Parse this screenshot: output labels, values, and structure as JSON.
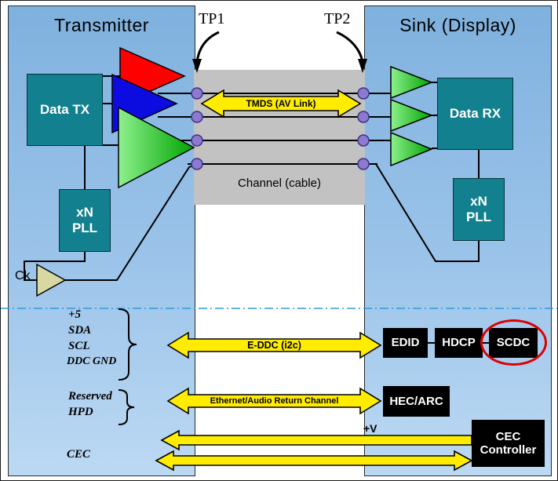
{
  "diagram": {
    "transmitter_title": "Transmitter",
    "sink_title": "Sink (Display)",
    "tp1": "TP1",
    "tp2": "TP2",
    "channel_label": "Channel (cable)",
    "ck_label": "Ck"
  },
  "boxes": {
    "data_tx": "Data TX",
    "pll_left_line1": "xN",
    "pll_left_line2": "PLL",
    "data_rx": "Data RX",
    "pll_right_line1": "xN",
    "pll_right_line2": "PLL",
    "edid": "EDID",
    "hdcp": "HDCP",
    "scdc": "SCDC",
    "hec_arc": "HEC/ARC",
    "cec_line1": "CEC",
    "cec_line2": "Controller"
  },
  "buses": {
    "tmds": "TMDS (AV Link)",
    "eddc": "E-DDC (i2c)",
    "ethernet": "Ethernet/Audio Return Channel",
    "plus_v": "+V"
  },
  "signal_labels": {
    "plus5": "+5",
    "sda": "SDA",
    "scl": "SCL",
    "ddc_gnd": "DDC GND",
    "reserved": "Reserved",
    "hpd": "HPD",
    "cec": "CEC"
  },
  "colors": {
    "panel_blue": "#8fbce6",
    "box_teal": "#12808e",
    "bus_yellow": "#ffec00",
    "channel_gray": "#c2c2c2",
    "tp_dot_purple": "#8c7ad0",
    "scdc_highlight_red": "#dd0000"
  }
}
